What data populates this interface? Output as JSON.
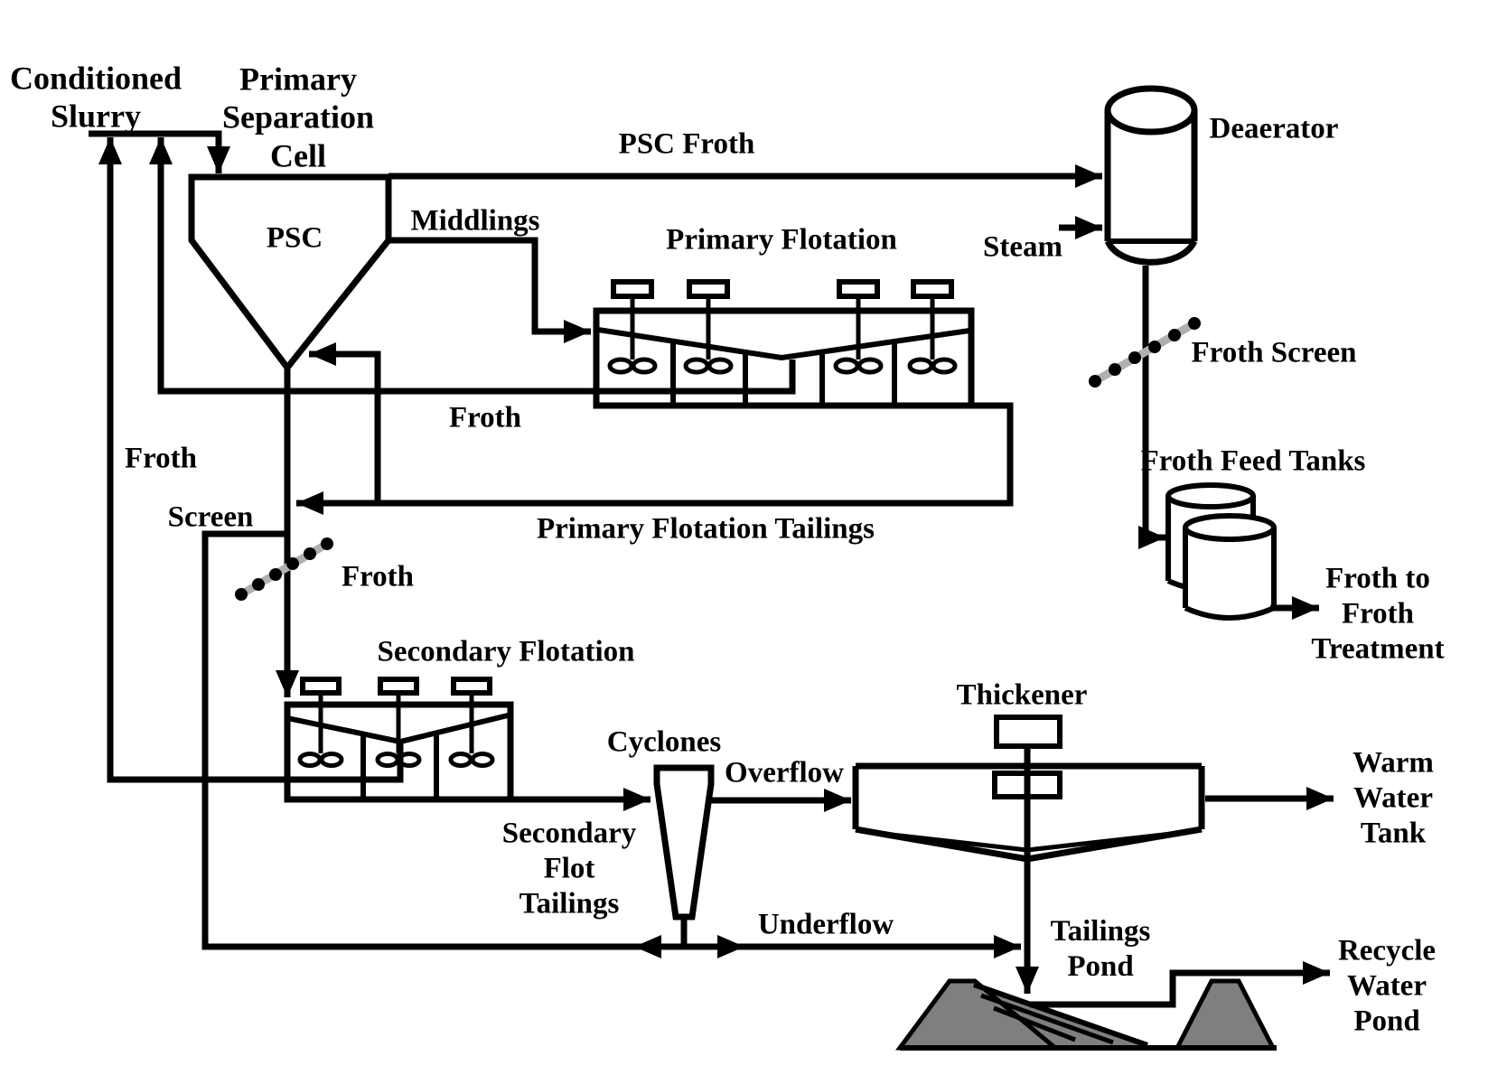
{
  "colors": {
    "line": "#000000",
    "mound_gray": "#7f7f7f",
    "screen_gray": "#b0b0b0",
    "background": "#ffffff"
  },
  "labels": {
    "conditioned_slurry": {
      "text": "Conditioned\nSlurry"
    },
    "primary_separation_cell": {
      "text": "Primary\nSeparation\nCell"
    },
    "psc": {
      "text": "PSC"
    },
    "psc_froth": {
      "text": "PSC Froth"
    },
    "middlings": {
      "text": "Middlings"
    },
    "primary_flotation": {
      "text": "Primary Flotation"
    },
    "steam": {
      "text": "Steam"
    },
    "deaerator": {
      "text": "Deaerator"
    },
    "froth_screen_right": {
      "text": "Froth Screen"
    },
    "froth_feed_tanks": {
      "text": "Froth Feed Tanks"
    },
    "froth_to_froth_treatment": {
      "text": "Froth to\nFroth\nTreatment"
    },
    "froth_primary_return": {
      "text": "Froth"
    },
    "froth_left_recycle": {
      "text": "Froth"
    },
    "screen_left": {
      "text": "Screen"
    },
    "froth_after_screen": {
      "text": "Froth"
    },
    "primary_flotation_tailings": {
      "text": "Primary Flotation Tailings"
    },
    "secondary_flotation": {
      "text": "Secondary Flotation"
    },
    "cyclones": {
      "text": "Cyclones"
    },
    "overflow": {
      "text": "Overflow"
    },
    "secondary_flot_tailings": {
      "text": "Secondary\nFlot\nTailings"
    },
    "underflow": {
      "text": "Underflow"
    },
    "thickener": {
      "text": "Thickener"
    },
    "warm_water_tank": {
      "text": "Warm\nWater\nTank"
    },
    "tailings_pond": {
      "text": "Tailings\nPond"
    },
    "recycle_water_pond": {
      "text": "Recycle\nWater\nPond"
    }
  }
}
